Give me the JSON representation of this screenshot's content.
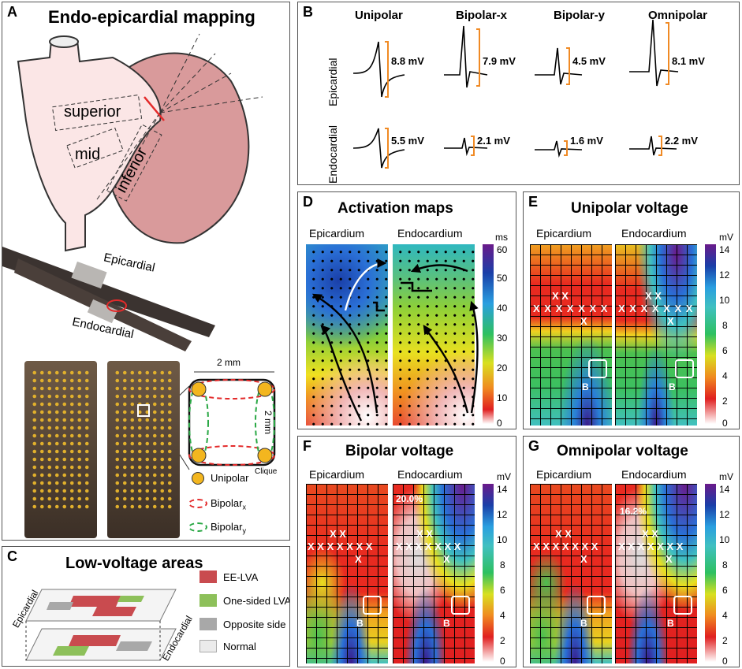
{
  "panelA": {
    "label": "A",
    "title": "Endo-epicardial mapping",
    "regions": [
      "superior",
      "mid",
      "inferior"
    ],
    "epicardial": "Epicardial",
    "endocardial": "Endocardial",
    "dim_h": "2 mm",
    "dim_v": "2 mm",
    "clique": "Clique",
    "legend": [
      "Unipolar",
      "Bipolar",
      "Bipolar"
    ],
    "legend_sub": [
      "x",
      "y"
    ],
    "colors": {
      "heart": "#d99a9b",
      "atrium": "#fbe6e6",
      "unipolar": "#f3b61f",
      "bipx": "#e32b2b",
      "bipy": "#2aa845"
    }
  },
  "panelB": {
    "label": "B",
    "columns": [
      "Unipolar",
      "Bipolar-x",
      "Bipolar-y",
      "Omnipolar"
    ],
    "rows": [
      "Epicardial",
      "Endocardial"
    ],
    "epi_values": [
      "8.8 mV",
      "7.9 mV",
      "4.5 mV",
      "8.1 mV"
    ],
    "endo_values": [
      "5.5 mV",
      "2.1 mV",
      "1.6 mV",
      "2.2 mV"
    ],
    "bracket_color": "#f08a24"
  },
  "panelC": {
    "label": "C",
    "title": "Low-voltage areas",
    "layer_epi": "Epicardial",
    "layer_endo": "Endocardial",
    "legend": [
      "EE-LVA",
      "One-sided LVA",
      "Opposite side",
      "Normal"
    ],
    "legend_colors": [
      "#c94b4f",
      "#8dc05a",
      "#a8a8a8",
      "#ebebeb"
    ]
  },
  "panelD": {
    "label": "D",
    "title": "Activation maps",
    "left": "Epicardium",
    "right": "Endocardium",
    "unit": "ms",
    "ticks": [
      "60",
      "50",
      "40",
      "30",
      "20",
      "10",
      "0"
    ]
  },
  "panelE": {
    "label": "E",
    "title": "Unipolar voltage",
    "left": "Epicardium",
    "right": "Endocardium",
    "unit": "mV",
    "ticks": [
      "14",
      "12",
      "10",
      "8",
      "6",
      "4",
      "2",
      "0"
    ],
    "marker": "X",
    "box": "B"
  },
  "panelF": {
    "label": "F",
    "title": "Bipolar voltage",
    "left": "Epicardium",
    "right": "Endocardium",
    "unit": "mV",
    "ticks": [
      "14",
      "12",
      "10",
      "8",
      "6",
      "4",
      "2",
      "0"
    ],
    "percent": "20.0%",
    "marker": "X",
    "box": "B"
  },
  "panelG": {
    "label": "G",
    "title": "Omnipolar voltage",
    "left": "Epicardium",
    "right": "Endocardium",
    "unit": "mV",
    "ticks": [
      "14",
      "12",
      "10",
      "8",
      "6",
      "4",
      "2",
      "0"
    ],
    "percent": "16.2%",
    "marker": "X",
    "box": "B"
  }
}
